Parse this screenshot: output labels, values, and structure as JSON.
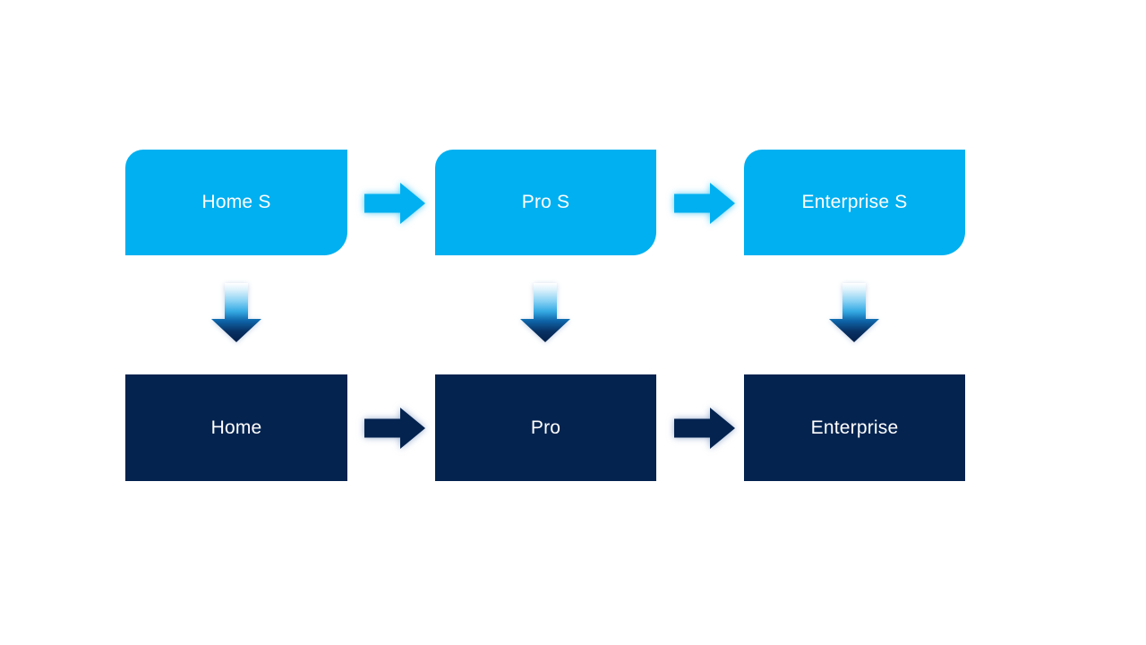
{
  "canvas": {
    "background": "#FFFFFF"
  },
  "colors": {
    "light_blue": "#00B0F0",
    "navy": "#04234F",
    "text": "#FFFFFF",
    "down_gradient_top": "#FFFFFF",
    "down_gradient_mid": "#35AAE3",
    "down_gradient_bottom": "#041F48"
  },
  "diagram": {
    "top_row": {
      "items": [
        {
          "label": "Home S"
        },
        {
          "label": "Pro S"
        },
        {
          "label": "Enterprise S"
        }
      ]
    },
    "bottom_row": {
      "items": [
        {
          "label": "Home"
        },
        {
          "label": "Pro"
        },
        {
          "label": "Enterprise"
        }
      ]
    },
    "icons": {
      "right_arrow": "right-arrow-icon",
      "down_arrow": "down-arrow-icon"
    }
  }
}
